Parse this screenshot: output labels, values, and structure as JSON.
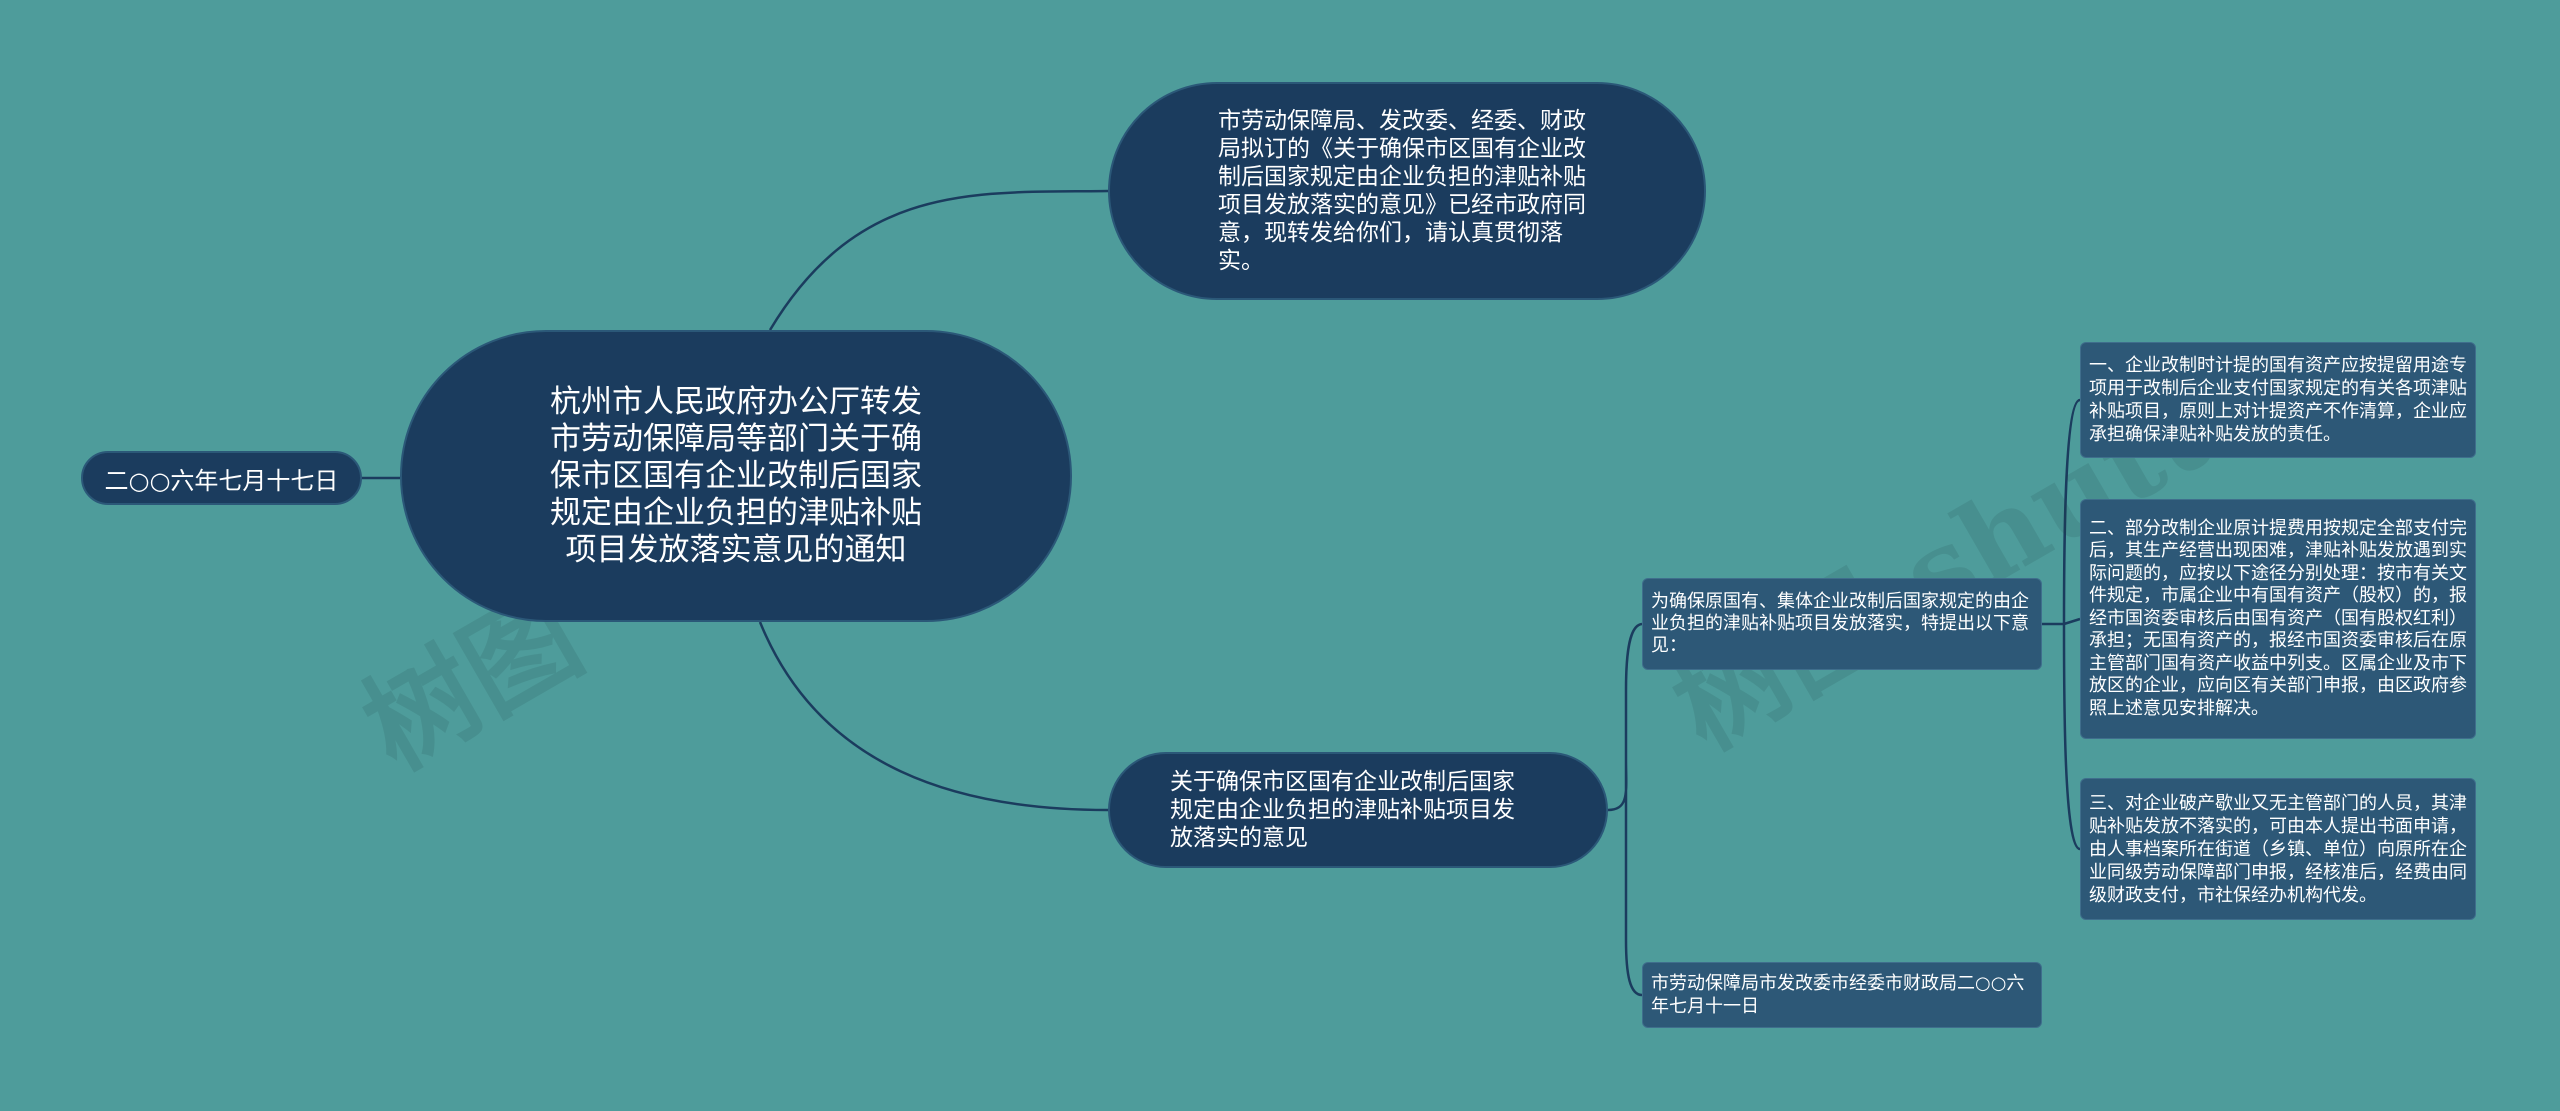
{
  "watermark": {
    "left_text": "树图",
    "right_text": "树图 shutu"
  },
  "root": {
    "text": "杭州市人民政府办公厅转发市劳动保障局等部门关于确保市区国有企业改制后国家规定由企业负担的津贴补贴项目发放落实意见的通知"
  },
  "date": {
    "text": "二○○六年七月十七日"
  },
  "top_branch": {
    "text": "市劳动保障局、发改委、经委、财政局拟订的《关于确保市区国有企业改制后国家规定由企业负担的津贴补贴项目发放落实的意见》已经市政府同意，现转发给你们，请认真贯彻落实。"
  },
  "mid_branch": {
    "text": "关于确保市区国有企业改制后国家规定由企业负担的津贴补贴项目发放落实的意见"
  },
  "intro": {
    "text": "为确保原国有、集体企业改制后国家规定的由企业负担的津贴补贴项目发放落实，特提出以下意见："
  },
  "sign": {
    "text": "市劳动保障局市发改委市经委市财政局二○○六年七月十一日"
  },
  "items": [
    {
      "text": "一、企业改制时计提的国有资产应按提留用途专项用于改制后企业支付国家规定的有关各项津贴补贴项目，原则上对计提资产不作清算，企业应承担确保津贴补贴发放的责任。"
    },
    {
      "text": "二、部分改制企业原计提费用按规定全部支付完后，其生产经营出现困难，津贴补贴发放遇到实际问题的，应按以下途径分别处理：按市有关文件规定，市属企业中有国有资产（股权）的，报经市国资委审核后由国有资产（国有股权红利）承担；无国有资产的，报经市国资委审核后在原主管部门国有资产收益中列支。区属企业及市下放区的企业，应向区有关部门申报，由区政府参照上述意见安排解决。"
    },
    {
      "text": "三、对企业破产歇业又无主管部门的人员，其津贴补贴发放不落实的，可由本人提出书面申请，由人事档案所在街道（乡镇、单位）向原所在企业同级劳动保障部门申报，经核准后，经费由同级财政支付，市社保经办机构代发。"
    }
  ],
  "colors": {
    "background": "#4e9c9b",
    "node_dark": "#1b3c5e",
    "node_box": "#2d5877",
    "connector": "#1b3c5e"
  }
}
